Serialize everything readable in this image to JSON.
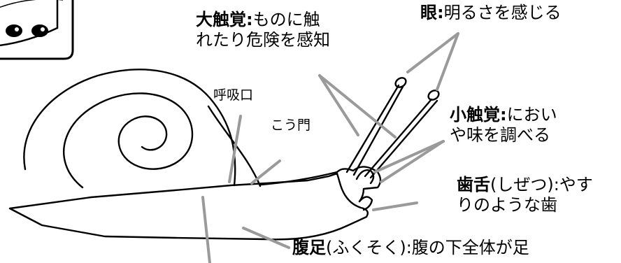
{
  "labels": {
    "large_tentacle": {
      "term": "大触覚",
      "sep": ":",
      "line1": "ものに触",
      "line2": "れたり危険を感知"
    },
    "eye": {
      "term": "眼",
      "sep": ":",
      "desc": "明るさを感じる"
    },
    "small_tentacle": {
      "term": "小触覚",
      "sep": ":",
      "line1": "におい",
      "line2": "や味を調べる"
    },
    "radula": {
      "term": "歯舌",
      "line1": "(しぜつ):やす",
      "line2": "りのような歯"
    },
    "foot": {
      "term": "腹足",
      "desc": "(ふくそく):腹の下全体が足"
    },
    "breathing_pore": {
      "text": "呼吸口"
    },
    "anus": {
      "text": "こう門"
    }
  },
  "colors": {
    "ink": "#000000",
    "leader": "#9a9a9a",
    "background": "#ffffff"
  }
}
